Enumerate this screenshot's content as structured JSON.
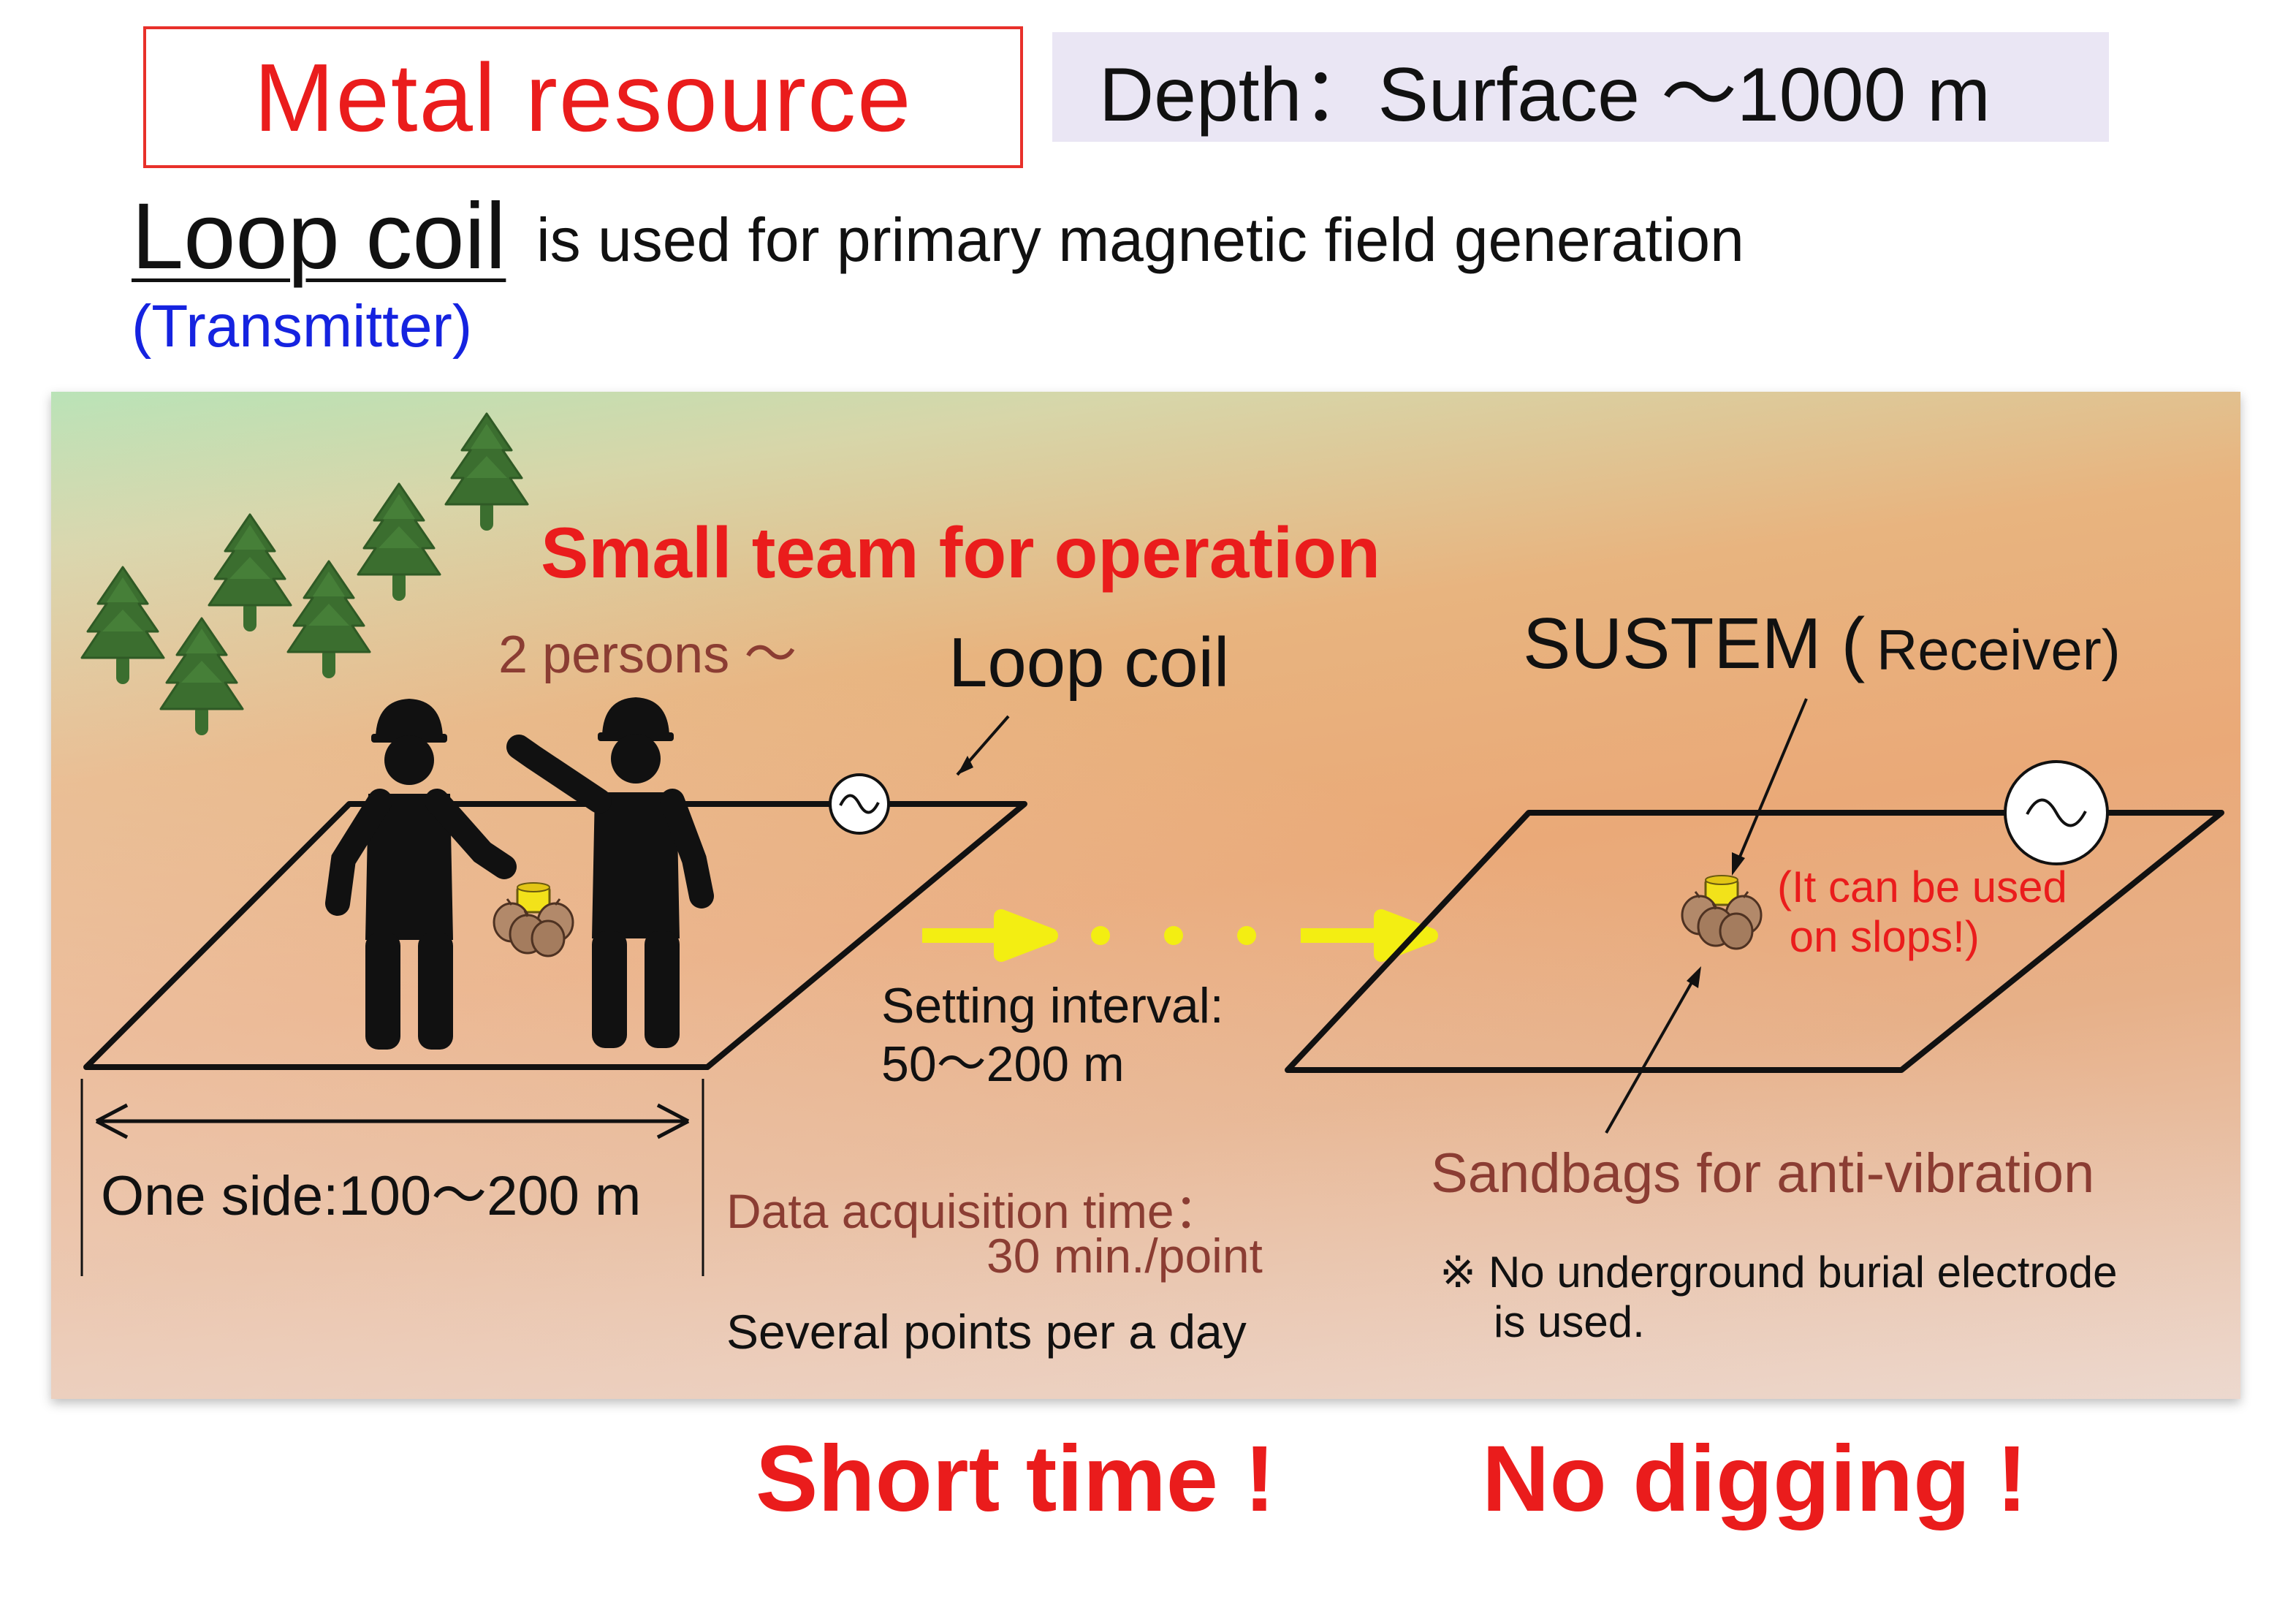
{
  "header": {
    "title": "Metal resource",
    "depth": "Depth：Surface ～1000 m"
  },
  "intro": {
    "loop_coil": "Loop coil",
    "description": "is used for primary magnetic field generation",
    "transmitter": "(Transmitter)"
  },
  "scene": {
    "small_team": "Small team for operation",
    "persons": "2 persons ～",
    "loop_coil_label": "Loop coil",
    "sustem_label": "SUSTEM (",
    "receiver_label": "Receiver)",
    "slope_note": "(It can be used\n on slops!)",
    "setting_interval": "Setting interval:\n50～200 m",
    "one_side": "One side:100～200 m",
    "data_time_line1": "Data acquisition time：",
    "data_time_line2": "30 min./point",
    "several_points": "Several points per a day",
    "sandbags_label": "Sandbags for anti-vibration",
    "no_electrode_line1": "※ No underground burial electrode",
    "no_electrode_line2": "is used."
  },
  "footer": {
    "short_time": "Short time !",
    "no_digging": "No digging !"
  },
  "colors": {
    "red": "#ea1c1c",
    "blue": "#1523e0",
    "brown": "#8b3d33",
    "arrow_yellow": "#f3ee12",
    "tree_green": "#3b6e2f"
  }
}
